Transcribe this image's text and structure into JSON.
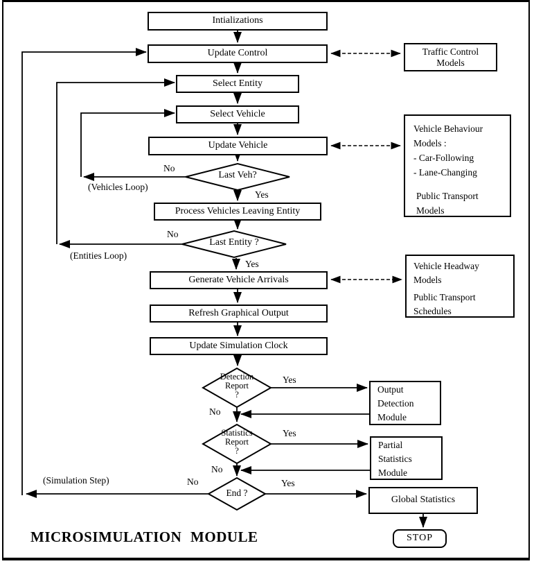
{
  "colors": {
    "line": "#000000",
    "background": "#ffffff"
  },
  "title": "MICROSIMULATION  MODULE",
  "nodes": {
    "initializations": "Intializations",
    "update_control": "Update Control",
    "select_entity": "Select Entity",
    "select_vehicle": "Select Vehicle",
    "update_vehicle": "Update Vehicle",
    "last_veh": "Last Veh?",
    "process_vehicles": "Process Vehicles Leaving Entity",
    "last_entity": "Last Entity ?",
    "generate_arrivals": "Generate Vehicle Arrivals",
    "refresh_graphical": "Refresh Graphical Output",
    "update_clock": "Update Simulation Clock",
    "detection_report": "Detection\nReport\n?",
    "statistics_report": "Statistics\nReport\n?",
    "end": "End ?",
    "global_statistics": "Global Statistics",
    "stop": "STOP"
  },
  "side_boxes": {
    "traffic_control": "Traffic Control\nModels",
    "behaviour_main": "Vehicle Behaviour\nModels :\n- Car-Following\n- Lane-Changing",
    "behaviour_pt": "Public Transport\nModels",
    "headway_main": "Vehicle Headway\nModels",
    "headway_pt": "Public Transport\nSchedules",
    "output_detection": "Output\nDetection\nModule",
    "partial_statistics": "Partial\nStatistics\nModule"
  },
  "labels": {
    "no_last_veh": "No",
    "yes_last_veh": "Yes",
    "vehicles_loop": "(Vehicles Loop)",
    "no_last_entity": "No",
    "yes_last_entity": "Yes",
    "entities_loop": "(Entities Loop)",
    "yes_detection": "Yes",
    "no_detection": "No",
    "yes_statistics": "Yes",
    "no_statistics": "No",
    "no_end": "No",
    "yes_end": "Yes",
    "simulation_step": "(Simulation Step)"
  }
}
